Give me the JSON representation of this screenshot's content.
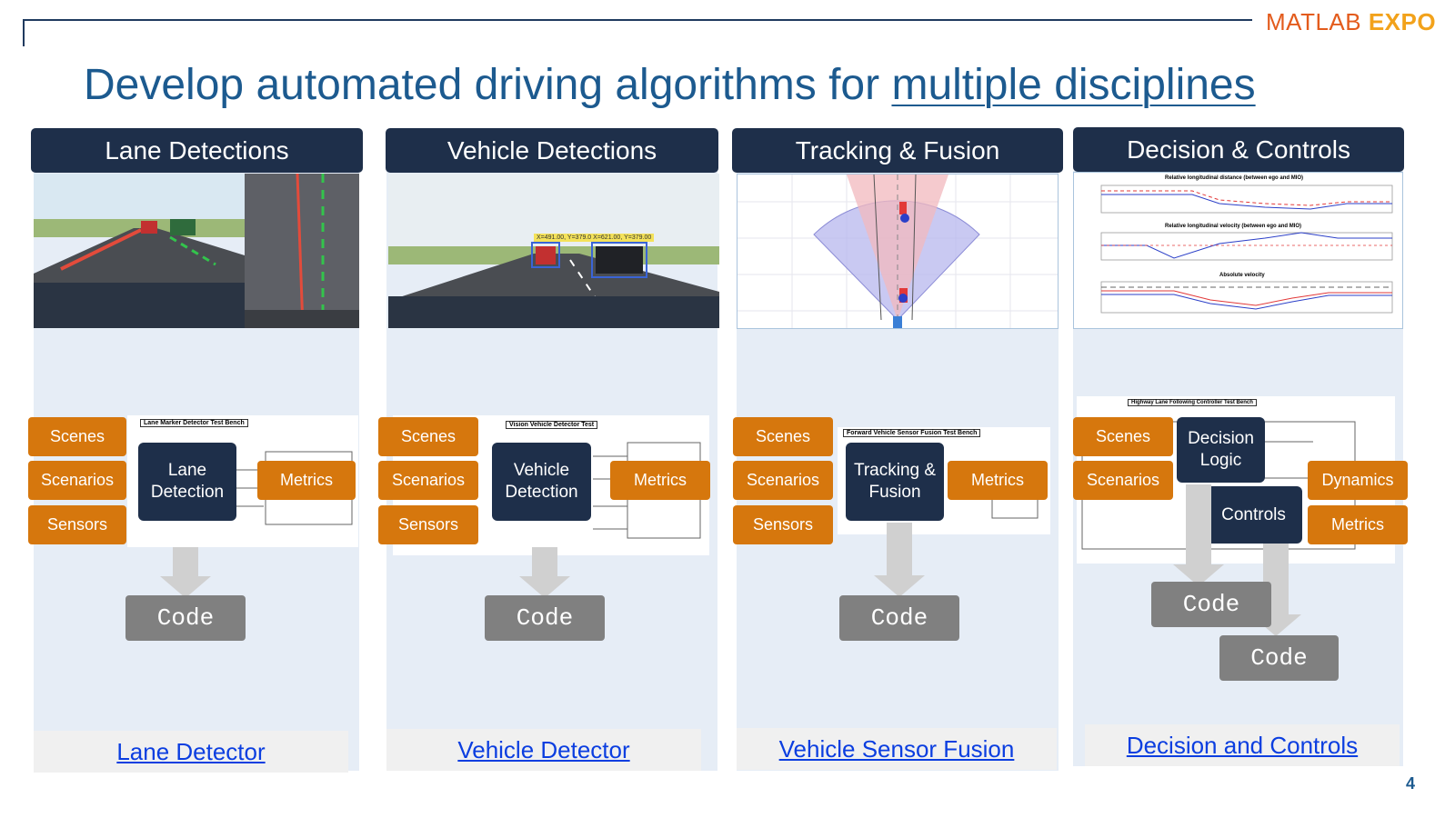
{
  "logo": {
    "part1": "MATLAB",
    "part2": "EXPO"
  },
  "title": {
    "prefix": "Develop automated driving algorithms for ",
    "underlined": "multiple disciplines"
  },
  "columns": [
    {
      "header": "Lane Detections",
      "diagram_title": "Lane Marker Detector Test Bench",
      "left_buttons": [
        "Scenes",
        "Scenarios",
        "Sensors"
      ],
      "center_button": "Lane Detection",
      "right_buttons": [
        "Metrics"
      ],
      "code_label": "Code",
      "link": "Lane Detector"
    },
    {
      "header": "Vehicle Detections",
      "diagram_title": "Vision Vehicle Detector Test",
      "overlay_label": "X=491.00, Y=379.0  X=621.00, Y=379.00",
      "left_buttons": [
        "Scenes",
        "Scenarios",
        "Sensors"
      ],
      "center_button": "Vehicle Detection",
      "right_buttons": [
        "Metrics"
      ],
      "code_label": "Code",
      "link": "Vehicle Detector"
    },
    {
      "header": "Tracking & Fusion",
      "diagram_title": "Forward Vehicle Sensor Fusion Test Bench",
      "left_buttons": [
        "Scenes",
        "Scenarios",
        "Sensors"
      ],
      "center_button": "Tracking & Fusion",
      "right_buttons": [
        "Metrics"
      ],
      "code_label": "Code",
      "link": "Vehicle Sensor Fusion"
    },
    {
      "header": "Decision & Controls",
      "diagram_title": "Highway Lane Following Controller Test Bench",
      "plot_titles": [
        "Relative longitudinal distance (between ego and MIO)",
        "Relative longitudinal velocity (between ego and MIO)",
        "Absolute velocity"
      ],
      "left_buttons": [
        "Scenes",
        "Scenarios"
      ],
      "center_buttons": [
        "Decision Logic",
        "Controls"
      ],
      "right_buttons": [
        "Dynamics",
        "Metrics"
      ],
      "code_labels": [
        "Code",
        "Code"
      ],
      "link": "Decision and Controls"
    }
  ],
  "page_number": "4",
  "colors": {
    "navy": "#1e2f4a",
    "orange": "#d6770d",
    "title_blue": "#1c5a8f",
    "link_blue": "#0b3ee0",
    "column_bg": "#e6edf6"
  }
}
